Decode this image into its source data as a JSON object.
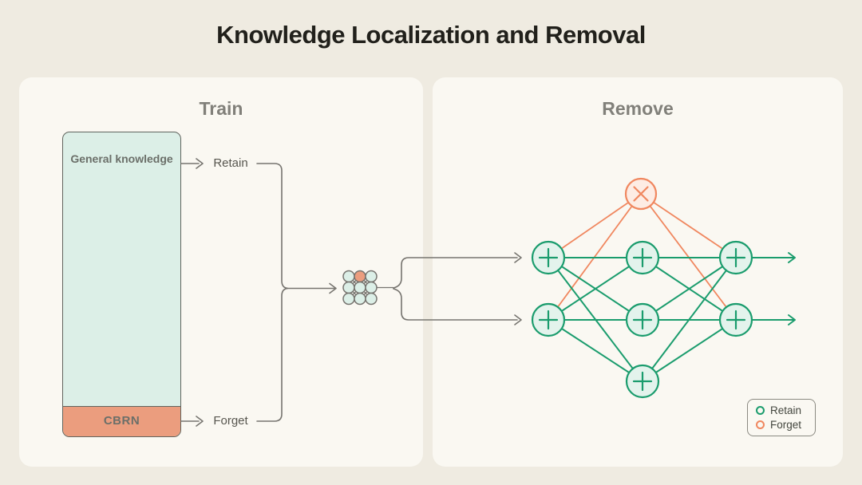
{
  "title": "Knowledge Localization and Removal",
  "panels": {
    "train": {
      "heading": "Train",
      "box": {
        "top_label": "General knowledge",
        "bottom_label": "CBRN"
      },
      "flow_labels": {
        "retain": "Retain",
        "forget": "Forget"
      }
    },
    "remove": {
      "heading": "Remove",
      "legend": {
        "items": [
          {
            "label": "Retain",
            "color": "#1a9c6d"
          },
          {
            "label": "Forget",
            "color": "#f0875f"
          }
        ]
      }
    }
  },
  "icons": {
    "retain_node": "plus-in-circle",
    "forget_node": "cross-in-circle",
    "weights_grid": "3x3-node-grid-with-one-forget-node",
    "flow_arrows": "right-arrow"
  },
  "colors": {
    "page_bg": "#efebe1",
    "panel_bg": "#faf8f2",
    "mint": "#dcefe7",
    "mint_node": "#e3f3ec",
    "salmon": "#eb9d7e",
    "salmon_node": "#fdece4",
    "teal": "#1a9c6d",
    "orange": "#f0875f",
    "line_gray": "#76746f",
    "border_dark": "#60645e",
    "heading_gray": "#81807a",
    "label_gray": "#57564f",
    "box_label_gray": "#6b6f69",
    "title_color": "#21201b",
    "legend_text": "#43463e",
    "legend_border": "#8b8a82"
  }
}
